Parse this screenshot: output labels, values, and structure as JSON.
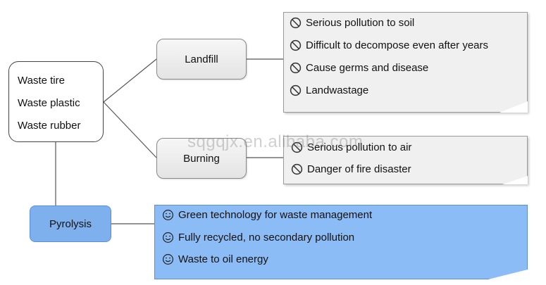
{
  "sources": [
    "Waste tire",
    "Waste plastic",
    "Waste rubber"
  ],
  "methods": {
    "landfill": "Landfill",
    "burning": "Burning",
    "pyrolysis": "Pyrolysis"
  },
  "landfill_issues": [
    "Serious pollution to soil",
    "Difficult to decompose even after years",
    "Cause germs and disease",
    "Landwastage"
  ],
  "burning_issues": [
    "Serious pollution to air",
    "Danger of fire disaster"
  ],
  "pyrolysis_benefits": [
    "Green technology for waste management",
    "Fully recycled, no secondary pollution",
    "Waste to oil energy"
  ],
  "watermark": "sqgqjx.en.alibaba.com",
  "icons": {
    "negative": "prohibited-icon",
    "positive": "smiley-icon"
  },
  "colors": {
    "pyrolysis_fill": "#7fb0ee",
    "benefit_note_fill": "#8cbcf5",
    "issue_note_fill": "#f0f0f0"
  }
}
